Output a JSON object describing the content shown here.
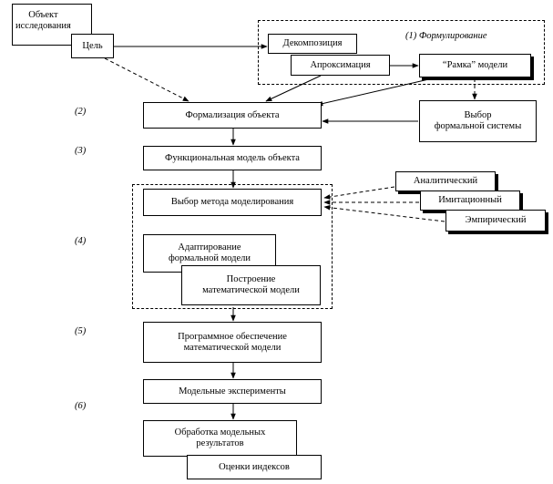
{
  "nodes": {
    "object": "Объект\nисследования",
    "goal": "Цель",
    "decomposition": "Декомпозиция",
    "approximation": "Апроксимация",
    "frame": "“Рамка” модели",
    "formalization": "Формализация объекта",
    "formal_system": "Выбор\nформальной системы",
    "functional_model": "Функциональная модель объекта",
    "method_choice": "Выбор метода моделирования",
    "analytical": "Аналитический",
    "imitation": "Имитационный",
    "empirical": "Эмпирический",
    "adapt": "Адаптирование\nформальной модели",
    "build_math": "Построение\nматематической модели",
    "software": "Программное обеспечение\nматематической модели",
    "experiments": "Модельные эксперименты",
    "processing": "Обработка модельных\nрезультатов",
    "evaluation": "Оценки индексов"
  },
  "stage_labels": {
    "s1": "(1) Формулирование",
    "s2": "(2)",
    "s3": "(3)",
    "s4": "(4)",
    "s5": "(5)",
    "s6": "(6)"
  }
}
